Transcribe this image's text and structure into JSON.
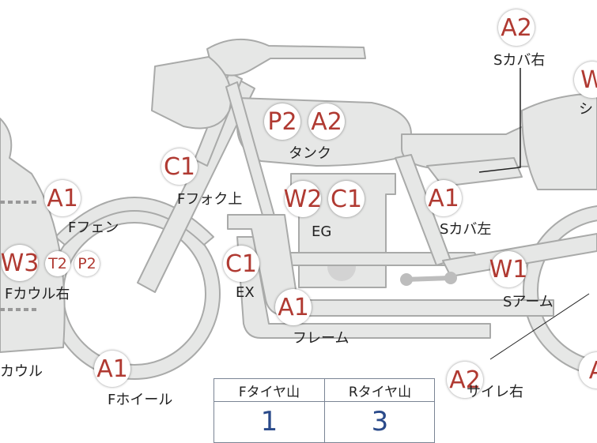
{
  "badges": {
    "s_cover_right": "A2",
    "tank_p2": "P2",
    "tank_a2": "A2",
    "fork": "C1",
    "f_fender": "A1",
    "eg_w2": "W2",
    "eg_c1": "C1",
    "s_cover_left": "A1",
    "cowl_w3": "W3",
    "cowl_t2": "T2",
    "cowl_p2": "P2",
    "ex": "C1",
    "frame": "A1",
    "s_arm": "W1",
    "f_wheel": "A1",
    "silencer_right": "A2",
    "seat_partial": "W",
    "right_edge_partial": "A"
  },
  "labels": {
    "s_cover_right": "Sカバ右",
    "seat_partial": "シ",
    "tank": "タンク",
    "fork": "Fフォク上",
    "f_fender": "Fフェン",
    "eg": "EG",
    "s_cover_left": "Sカバ左",
    "cowl_right": "Fカウル右",
    "ex": "EX",
    "s_arm": "Sアーム",
    "frame": "フレーム",
    "cowl": "カウル",
    "f_wheel": "Fホイール",
    "silencer_right": "サイレ右"
  },
  "legend": {
    "front_header": "Fタイヤ山",
    "rear_header": "Rタイヤ山",
    "front_value": "1",
    "rear_value": "3"
  },
  "colors": {
    "body_fill": "#e6e7e6",
    "outline": "#a9aaa9",
    "badge_text": "#b03a32",
    "legend_value": "#2a4a8a"
  }
}
